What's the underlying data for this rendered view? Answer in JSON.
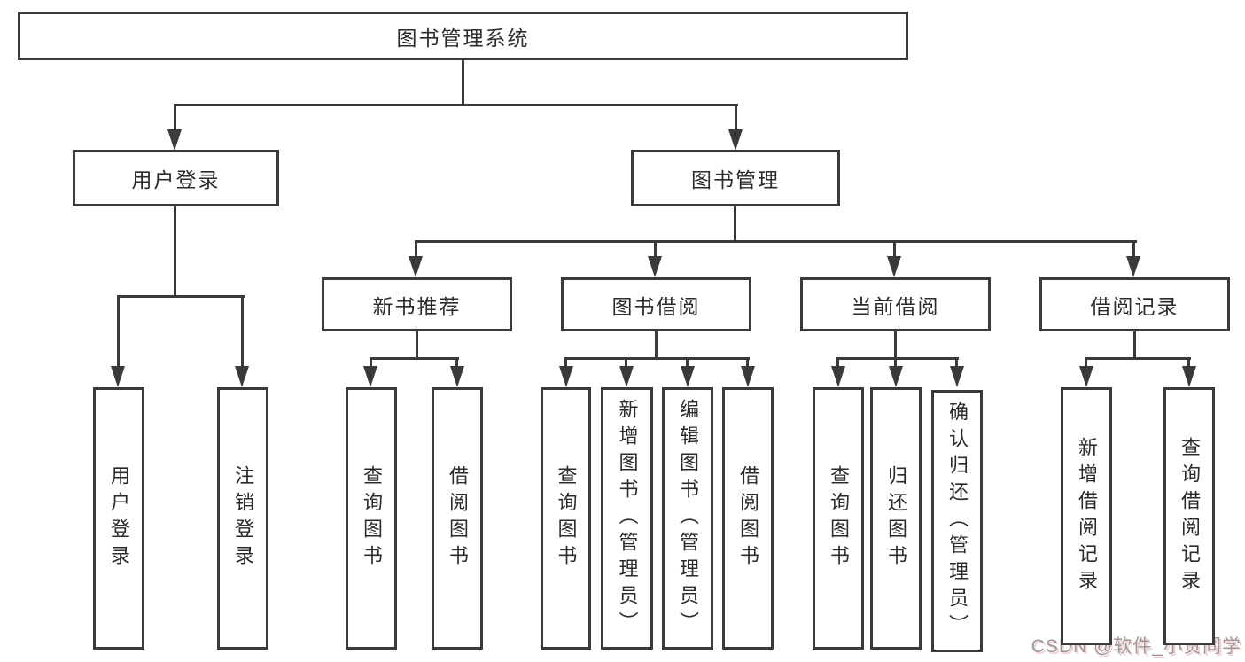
{
  "diagram": {
    "title": "图书管理系统",
    "nodes": [
      {
        "id": "root",
        "label": "图书管理系统",
        "parent": null
      },
      {
        "id": "user-login",
        "label": "用户登录",
        "parent": "root"
      },
      {
        "id": "book-mgmt",
        "label": "图书管理",
        "parent": "root"
      },
      {
        "id": "new-book-rec",
        "label": "新书推荐",
        "parent": "book-mgmt"
      },
      {
        "id": "book-borrow",
        "label": "图书借阅",
        "parent": "book-mgmt"
      },
      {
        "id": "current-borrow",
        "label": "当前借阅",
        "parent": "book-mgmt"
      },
      {
        "id": "borrow-records",
        "label": "借阅记录",
        "parent": "book-mgmt"
      },
      {
        "id": "leaf-user-login",
        "label": "用户登录",
        "parent": "user-login"
      },
      {
        "id": "leaf-logout",
        "label": "注销登录",
        "parent": "user-login"
      },
      {
        "id": "leaf-nbr-query",
        "label": "查询图书",
        "parent": "new-book-rec"
      },
      {
        "id": "leaf-nbr-borrow",
        "label": "借阅图书",
        "parent": "new-book-rec"
      },
      {
        "id": "leaf-bb-query",
        "label": "查询图书",
        "parent": "book-borrow"
      },
      {
        "id": "leaf-bb-add",
        "label": "新增图书（管理员）",
        "parent": "book-borrow"
      },
      {
        "id": "leaf-bb-edit",
        "label": "编辑图书（管理员）",
        "parent": "book-borrow"
      },
      {
        "id": "leaf-bb-borrow",
        "label": "借阅图书",
        "parent": "book-borrow"
      },
      {
        "id": "leaf-cb-query",
        "label": "查询图书",
        "parent": "current-borrow"
      },
      {
        "id": "leaf-cb-return",
        "label": "归还图书",
        "parent": "current-borrow"
      },
      {
        "id": "leaf-cb-confirm",
        "label": "确认归还（管理员）",
        "parent": "current-borrow"
      },
      {
        "id": "leaf-br-add",
        "label": "新增借阅记录",
        "parent": "borrow-records"
      },
      {
        "id": "leaf-br-query",
        "label": "查询借阅记录",
        "parent": "borrow-records"
      }
    ]
  },
  "watermark": {
    "text": "CSDN @软件_小贺同学"
  },
  "colors": {
    "background": "#ffffff",
    "line": "#3a3a3a",
    "text": "#2b2b2b",
    "watermark": "#9a9a9a",
    "watermark_shadow": "#f6caca"
  }
}
